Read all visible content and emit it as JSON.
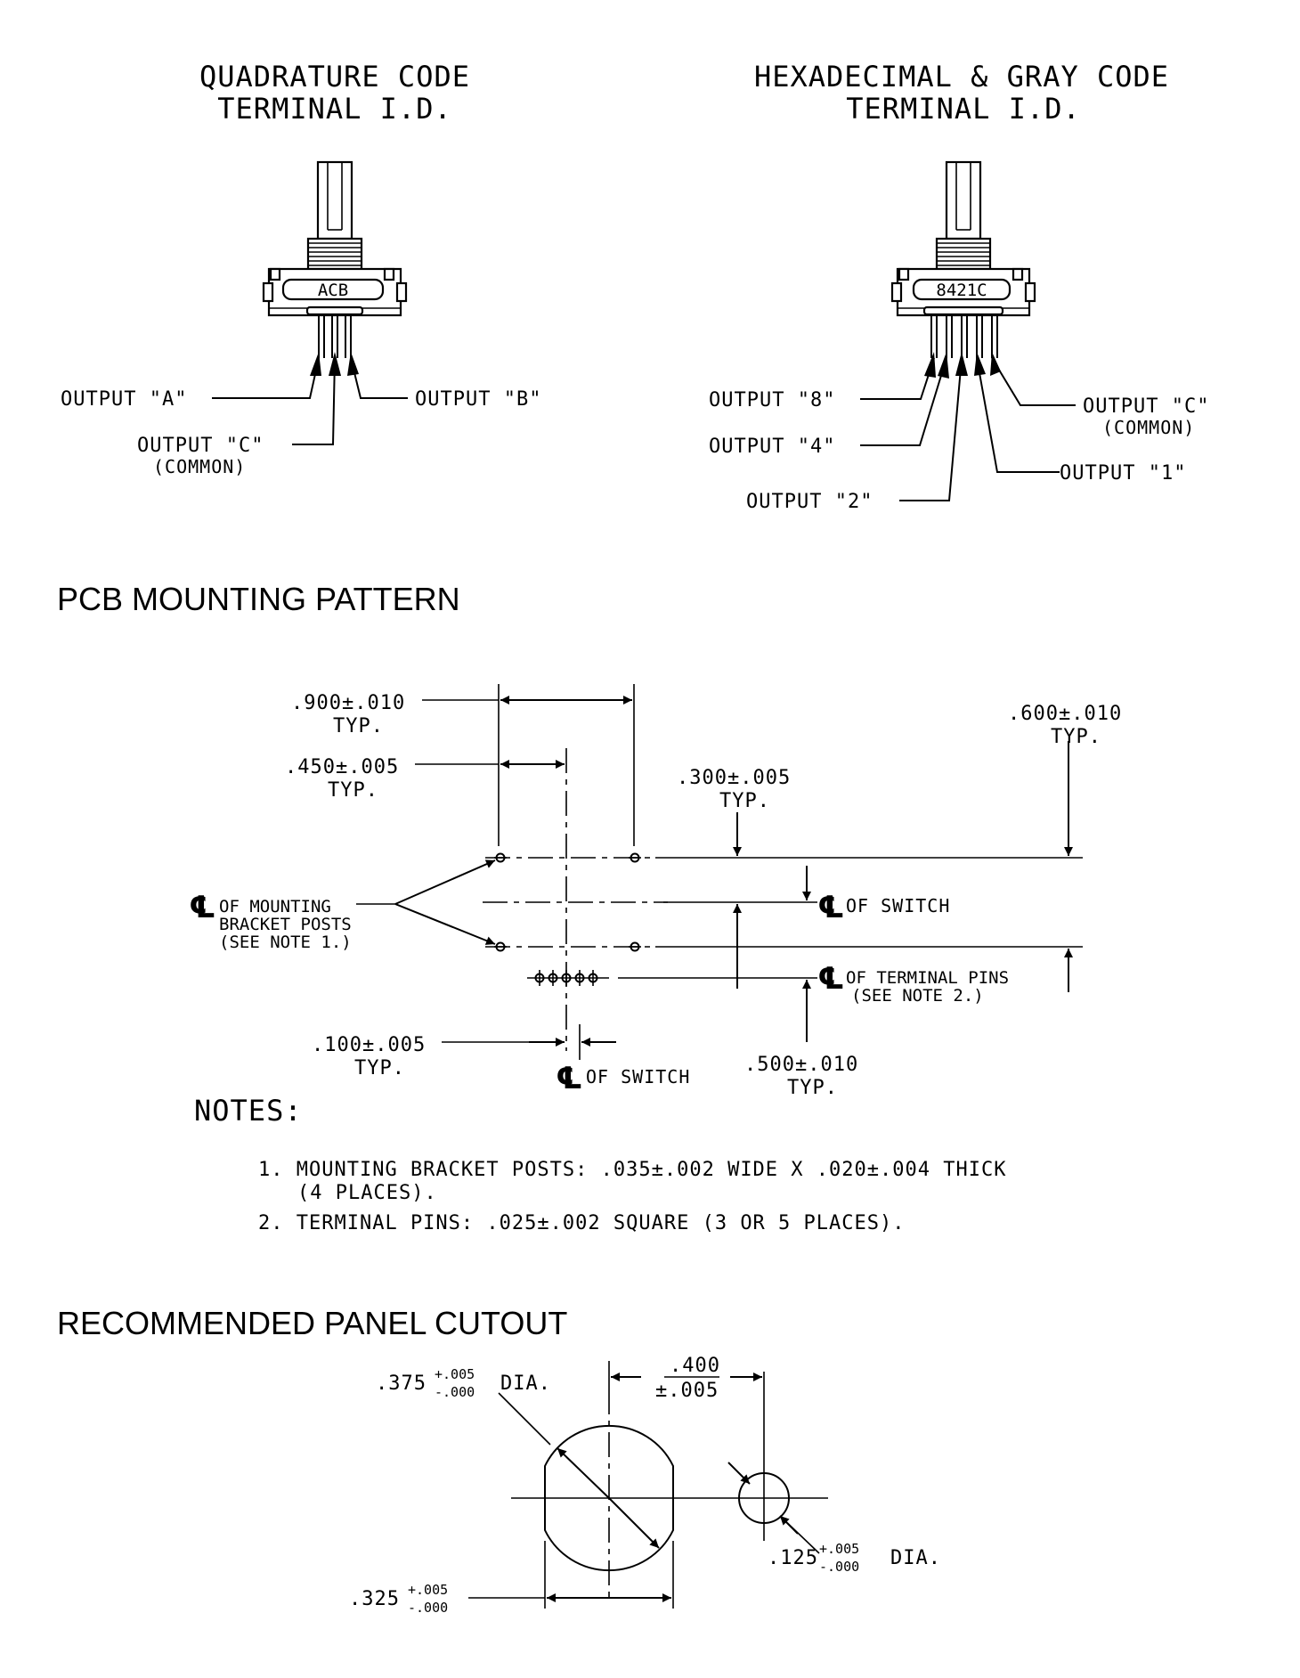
{
  "quadrature": {
    "title1": "QUADRATURE CODE",
    "title2": "TERMINAL I.D.",
    "label": "ACB",
    "out_a": "OUTPUT \"A\"",
    "out_b": "OUTPUT \"B\"",
    "out_c": "OUTPUT \"C\"",
    "common": "(COMMON)"
  },
  "hex": {
    "title1": "HEXADECIMAL & GRAY CODE",
    "title2": "TERMINAL I.D.",
    "label": "8421C",
    "out_8": "OUTPUT \"8\"",
    "out_4": "OUTPUT \"4\"",
    "out_2": "OUTPUT \"2\"",
    "out_1": "OUTPUT \"1\"",
    "out_c": "OUTPUT \"C\"",
    "common": "(COMMON)"
  },
  "pcb": {
    "heading": "PCB MOUNTING PATTERN",
    "dim_900": ".900±.010",
    "dim_450": ".450±.005",
    "dim_300": ".300±.005",
    "dim_600": ".600±.010",
    "dim_100": ".100±.005",
    "dim_500": ".500±.010",
    "typ": "TYP.",
    "cl_symbol": "℄",
    "bracket_l1": "OF MOUNTING",
    "bracket_l2": "BRACKET POSTS",
    "bracket_l3": "(SEE NOTE 1.)",
    "of_switch": "OF SWITCH",
    "terminal_l1": "OF TERMINAL PINS",
    "terminal_l2": "(SEE NOTE 2.)"
  },
  "notes": {
    "heading": "NOTES:",
    "n1_line1": "1. MOUNTING BRACKET POSTS: .035±.002 WIDE X .020±.004 THICK",
    "n1_line2": "(4 PLACES).",
    "n2": "2. TERMINAL PINS: .025±.002 SQUARE (3 OR 5 PLACES)."
  },
  "panel": {
    "heading": "RECOMMENDED PANEL CUTOUT",
    "d375": ".375",
    "d375_tol_plus": "+.005",
    "d375_tol_minus": "-.000",
    "dia": "DIA.",
    "d400": ".400",
    "d400_tol": "±.005",
    "d125": ".125",
    "d125_tol_plus": "+.005",
    "d125_tol_minus": "-.000",
    "d325": ".325",
    "d325_tol_plus": "+.005",
    "d325_tol_minus": "-.000"
  }
}
